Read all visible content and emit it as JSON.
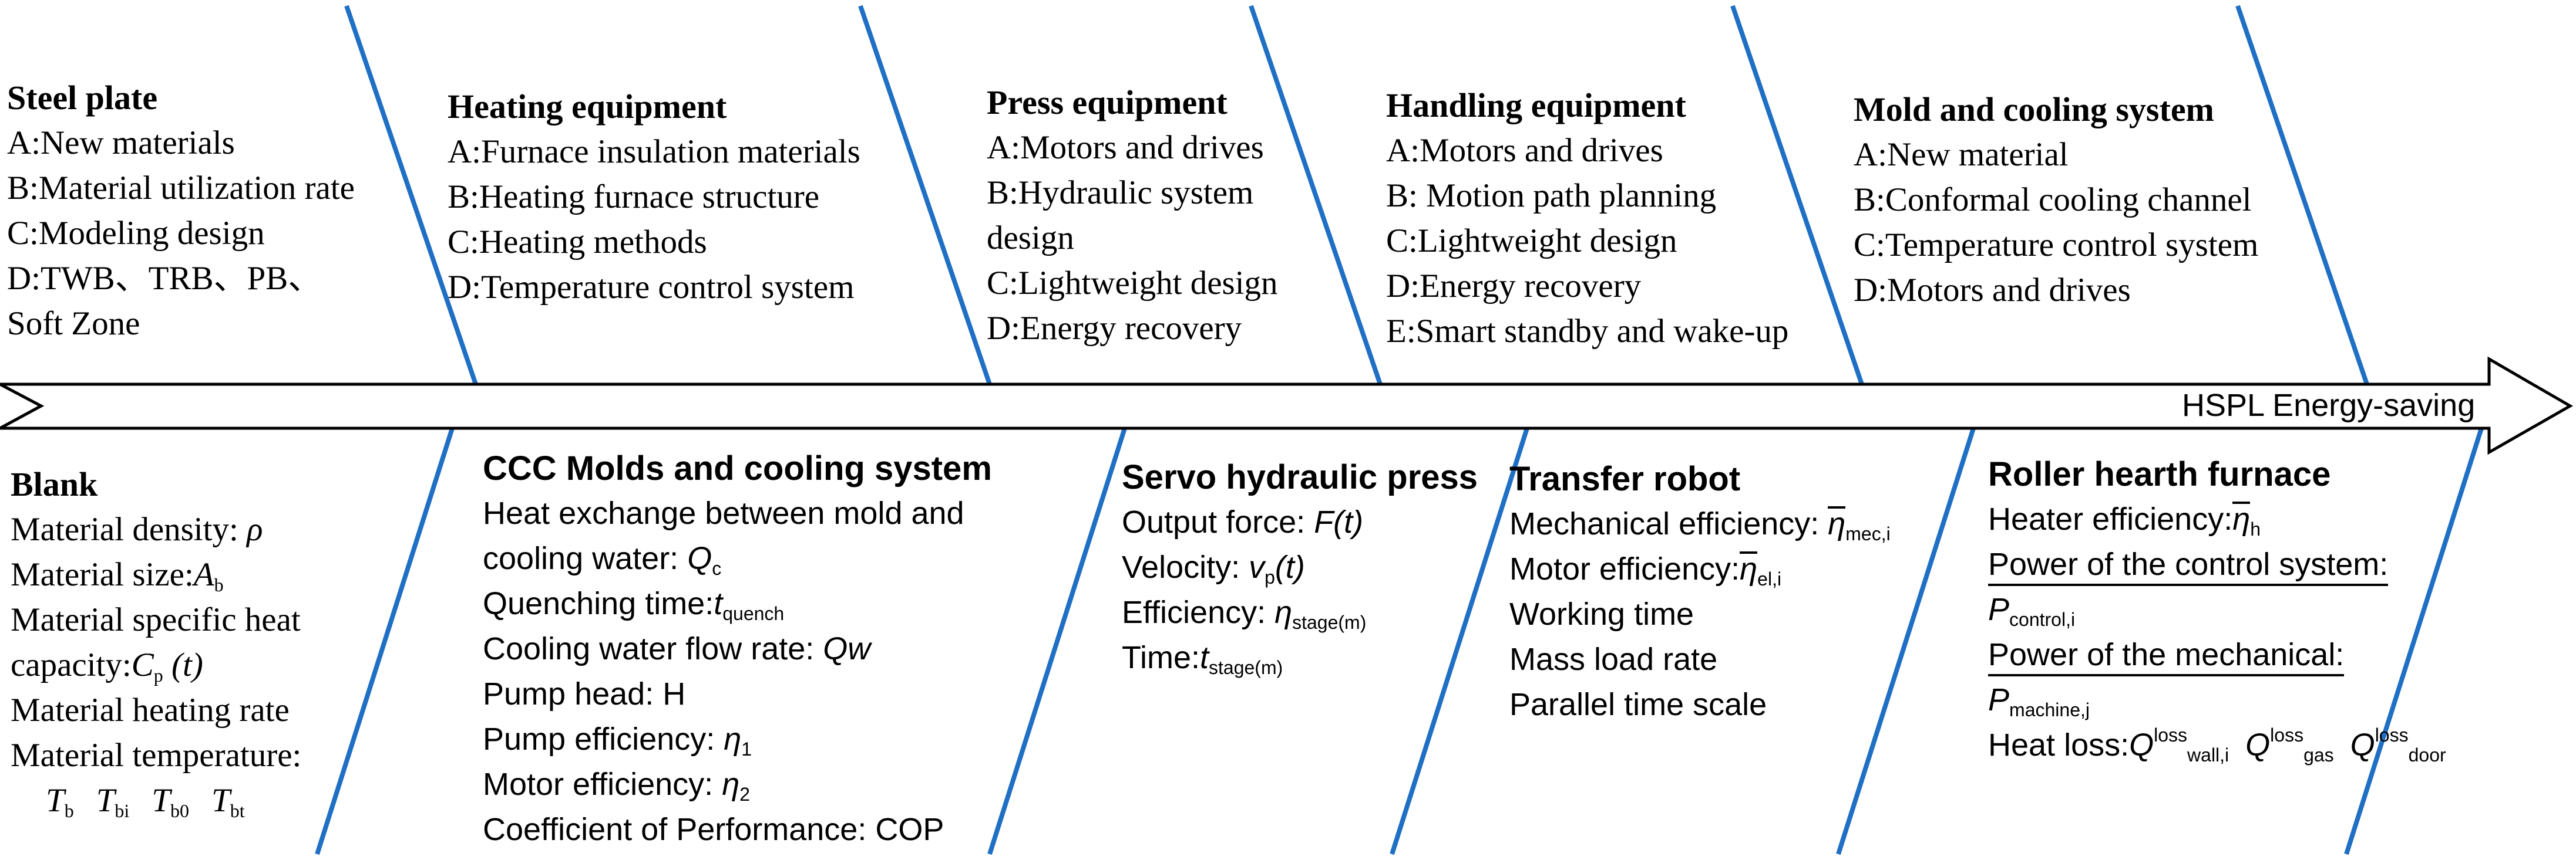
{
  "arrow": {
    "label": "HSPL Energy-saving"
  },
  "top_groups": [
    {
      "title": "Steel plate",
      "items": [
        "A:New materials",
        "B:Material utilization rate",
        "C:Modeling design",
        "D:TWB、TRB、PB、",
        "Soft Zone"
      ]
    },
    {
      "title": "Heating equipment",
      "items": [
        "A:Furnace insulation materials",
        "B:Heating furnace structure",
        "C:Heating methods",
        "D:Temperature control system"
      ]
    },
    {
      "title": "Press equipment",
      "items": [
        "A:Motors and drives",
        "B:Hydraulic system",
        "design",
        "C:Lightweight design",
        "D:Energy recovery"
      ]
    },
    {
      "title": "Handling equipment",
      "items": [
        "A:Motors and drives",
        "B: Motion path planning",
        "C:Lightweight design",
        "D:Energy recovery",
        "E:Smart standby and wake-up"
      ]
    },
    {
      "title": "Mold and cooling system",
      "items": [
        "A:New material",
        "B:Conformal cooling channel",
        "C:Temperature control system",
        "D:Motors and drives"
      ]
    }
  ],
  "bottom_groups": {
    "blank": {
      "title": "Blank",
      "density_label": "Material density:",
      "density_sym": "ρ",
      "size_label": "Material size:",
      "size_sym": "A",
      "size_sub": "b",
      "heat_line1": "Material specific heat",
      "heat_label": "capacity:",
      "heat_sym": "C",
      "heat_sub": "p",
      "heat_arg": "(t)",
      "rate": "Material heating rate",
      "temp_label": "Material temperature:",
      "temp_syms": [
        {
          "s": "T",
          "sub": "b"
        },
        {
          "s": "T",
          "sub": "bi"
        },
        {
          "s": "T",
          "sub": "b0"
        },
        {
          "s": "T",
          "sub": "bt"
        }
      ]
    },
    "ccc": {
      "title": "CCC Molds and cooling system",
      "heat_line1": "Heat exchange between mold and",
      "heat_label": "cooling water:",
      "heat_sym": "Q",
      "heat_sub": "c",
      "quench_label": "Quenching time:",
      "quench_sym": "t",
      "quench_sub": "quench",
      "flow_label": "Cooling water flow rate:",
      "flow_sym": "Qw",
      "head": "Pump head: H",
      "pump_eff_label": "Pump efficiency:",
      "pump_eff_sym": "η",
      "pump_eff_sub": "1",
      "motor_eff_label": "Motor efficiency:",
      "motor_eff_sym": "η",
      "motor_eff_sub": "2",
      "cop": "Coefficient of Performance: COP"
    },
    "servo": {
      "title": "Servo hydraulic press",
      "force_label": "Output force:",
      "force_sym": "F(t)",
      "velocity_label": "Velocity:",
      "velocity_sym": "v",
      "velocity_sub": "p",
      "velocity_arg": "(t)",
      "eff_label": "Efficiency:",
      "eff_sym": "η",
      "eff_sub": "stage(m)",
      "time_label": "Time:",
      "time_sym": "t",
      "time_sub": "stage(m)"
    },
    "robot": {
      "title": "Transfer robot",
      "mech_label": "Mechanical efficiency:",
      "mech_sym": "η",
      "mech_sub": "mec,i",
      "motor_label": "Motor efficiency:",
      "motor_sym": "η",
      "motor_sub": "el,i",
      "items": [
        "Working time",
        "Mass load rate",
        "Parallel time scale"
      ]
    },
    "furnace": {
      "title": "Roller hearth furnace",
      "heater_label": "Heater efficiency:",
      "heater_sym": "η",
      "heater_sub": "h",
      "control_label": "Power of the control system:",
      "control_sym": "P",
      "control_sub": "control,i",
      "mech_label": "Power of the mechanical:",
      "mech_sym": "P",
      "mech_sub": "machine,j",
      "loss_label": "Heat loss:",
      "loss_syms": [
        {
          "s": "Q",
          "sup": "loss",
          "sub": "wall,i"
        },
        {
          "s": "Q",
          "sup": "loss",
          "sub": "gas"
        },
        {
          "s": "Q",
          "sup": "loss",
          "sub": "door"
        }
      ]
    }
  },
  "colors": {
    "bone_line": "#1f6fc4",
    "arrow_outline": "#000000",
    "text": "#000000"
  }
}
